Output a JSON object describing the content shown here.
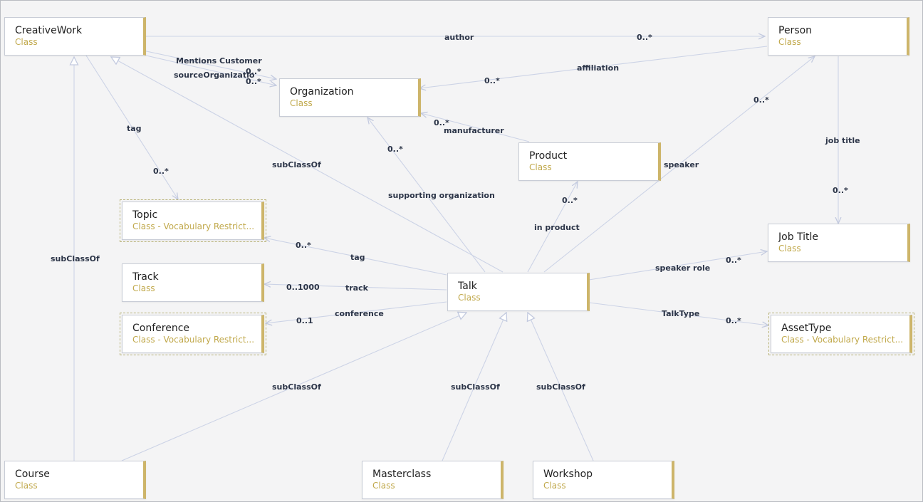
{
  "nodes": {
    "creativework": {
      "title": "CreativeWork",
      "type": "Class"
    },
    "person": {
      "title": "Person",
      "type": "Class"
    },
    "organization": {
      "title": "Organization",
      "type": "Class"
    },
    "product": {
      "title": "Product",
      "type": "Class"
    },
    "topic": {
      "title": "Topic",
      "type": "Class - Vocabulary Restrict..."
    },
    "track": {
      "title": "Track",
      "type": "Class"
    },
    "conference": {
      "title": "Conference",
      "type": "Class - Vocabulary Restrict..."
    },
    "talk": {
      "title": "Talk",
      "type": "Class"
    },
    "jobtitle": {
      "title": "Job Title",
      "type": "Class"
    },
    "assettype": {
      "title": "AssetType",
      "type": "Class - Vocabulary Restrict..."
    },
    "course": {
      "title": "Course",
      "type": "Class"
    },
    "masterclass": {
      "title": "Masterclass",
      "type": "Class"
    },
    "workshop": {
      "title": "Workshop",
      "type": "Class"
    }
  },
  "edges": {
    "author": {
      "label": "author",
      "card": "0..*"
    },
    "mentions_customer": {
      "label": "Mentions Customer",
      "card": "0..*"
    },
    "source_organization": {
      "label": "sourceOrganizatio",
      "card": "0..*"
    },
    "affiliation": {
      "label": "affiliation",
      "card": "0..*"
    },
    "tag_cw": {
      "label": "tag",
      "card": "0..*"
    },
    "subclassof_talk_cw": {
      "label": "subClassOf"
    },
    "manufacturer": {
      "label": "manufacturer",
      "card": "0..*"
    },
    "speaker": {
      "label": "speaker",
      "card": "0..*"
    },
    "job_title": {
      "label": "job title",
      "card": "0..*"
    },
    "supporting_org": {
      "label": "supporting organization",
      "card": "0..*"
    },
    "in_product": {
      "label": "in product",
      "card": "0..*"
    },
    "tag_talk": {
      "label": "tag",
      "card": "0..*"
    },
    "track": {
      "label": "track",
      "card": "0..1000"
    },
    "conference": {
      "label": "conference",
      "card": "0..1"
    },
    "speaker_role": {
      "label": "speaker role",
      "card": "0..*"
    },
    "talktype": {
      "label": "TalkType",
      "card": "0..*"
    },
    "subclassof_course_cw": {
      "label": "subClassOf"
    },
    "subclassof_course_talk": {
      "label": "subClassOf"
    },
    "subclassof_masterclass": {
      "label": "subClassOf"
    },
    "subclassof_workshop": {
      "label": "subClassOf"
    }
  },
  "colors": {
    "edge": "#c9d0e6",
    "accent": "#cdb56a",
    "class_label": "#c1a94c"
  }
}
